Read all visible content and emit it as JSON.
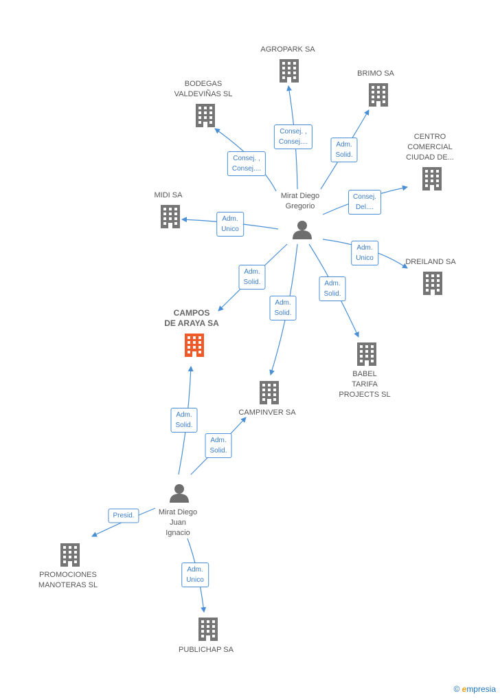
{
  "colors": {
    "edge": "#4a8fd6",
    "building": "#757575",
    "building_main": "#f05a28",
    "person": "#6e6e6e"
  },
  "nodes": {
    "agropark": {
      "label": "AGROPARK SA",
      "icon": "building-icon"
    },
    "bodegas": {
      "label": "BODEGAS VALDEVIÑAS SL",
      "label_lines": [
        "BODEGAS",
        "VALDEVIÑAS SL"
      ],
      "icon": "building-icon"
    },
    "brimo": {
      "label": "BRIMO SA",
      "icon": "building-icon"
    },
    "centro": {
      "label_lines": [
        "CENTRO",
        "COMERCIAL",
        "CIUDAD DE..."
      ],
      "icon": "building-icon"
    },
    "midi": {
      "label": "MIDI SA",
      "icon": "building-icon"
    },
    "mirat_gregorio": {
      "label_lines": [
        "Mirat Diego",
        "Gregorio"
      ],
      "icon": "person-icon"
    },
    "dreiland": {
      "label": "DREILAND SA",
      "icon": "building-icon"
    },
    "campos": {
      "label_lines": [
        "CAMPOS",
        "DE ARAYA SA"
      ],
      "icon": "building-icon-highlight"
    },
    "babel": {
      "label_lines": [
        "BABEL",
        "TARIFA",
        "PROJECTS SL"
      ],
      "icon": "building-icon"
    },
    "campinver": {
      "label": "CAMPINVER SA",
      "icon": "building-icon"
    },
    "mirat_juan": {
      "label_lines": [
        "Mirat Diego",
        "Juan",
        "Ignacio"
      ],
      "icon": "person-icon"
    },
    "promociones": {
      "label_lines": [
        "PROMOCIONES",
        "MANOTERAS SL"
      ],
      "icon": "building-icon"
    },
    "publichap": {
      "label": "PUBLICHAP SA",
      "icon": "building-icon"
    }
  },
  "edges": {
    "g_agropark": [
      "Consej. ,",
      "Consej...."
    ],
    "g_bodegas": [
      "Consej. ,",
      "Consej...."
    ],
    "g_brimo": [
      "Adm.",
      "Solid."
    ],
    "g_centro": [
      "Consej.",
      "Del...."
    ],
    "g_midi": [
      "Adm.",
      "Unico"
    ],
    "g_dreiland": [
      "Adm.",
      "Unico"
    ],
    "g_campos": [
      "Adm.",
      "Solid."
    ],
    "g_campinver": [
      "Adm.",
      "Solid."
    ],
    "g_babel": [
      "Adm.",
      "Solid."
    ],
    "j_campos": [
      "Adm.",
      "Solid."
    ],
    "j_campinver": [
      "Adm.",
      "Solid."
    ],
    "j_promociones": [
      "Presid."
    ],
    "j_publichap": [
      "Adm.",
      "Unico"
    ]
  },
  "brand": {
    "copyright": "©",
    "e": "e",
    "name": "mpresia"
  }
}
